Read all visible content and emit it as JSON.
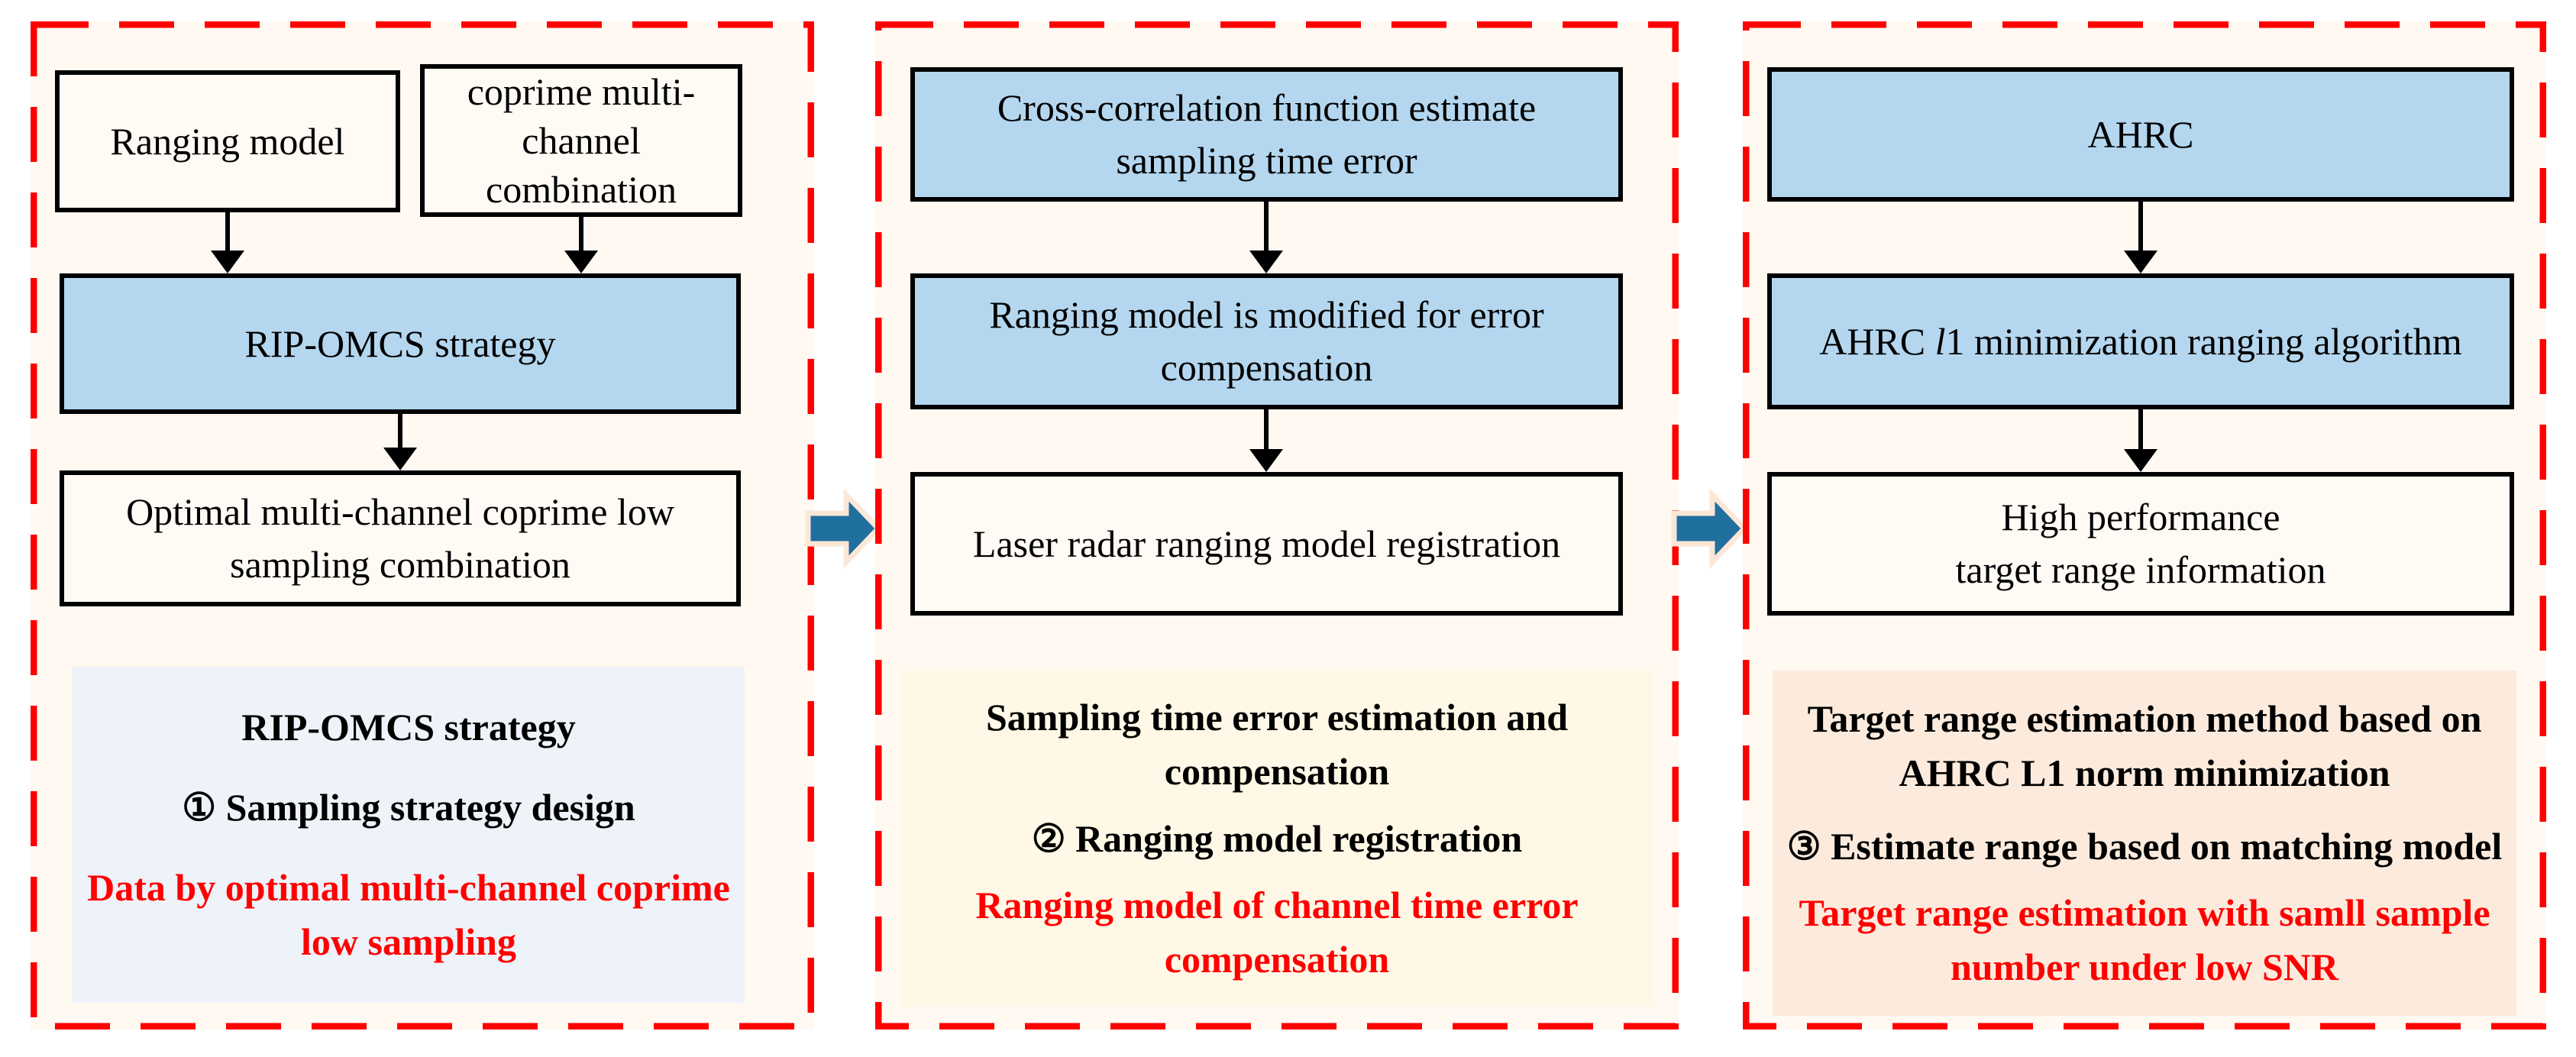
{
  "figure": {
    "type": "three-stage flowchart",
    "colors": {
      "panel_background": "#FFF9F2",
      "dashed_border": "#FF0000",
      "process_box_blue": "#B4D7EF",
      "process_box_plain": "#FFFAF4",
      "summary1_background": "#EEF2F9",
      "summary2_background": "#FFF8E6",
      "summary3_background": "#FCEBDD",
      "highlight_text": "#FF0000",
      "stage_arrow_fill": "#1F6F9F",
      "stage_arrow_outline": "#FBE7D7",
      "box_border": "#000000"
    },
    "icons": {
      "down_arrow": "solid black down-pointing arrow (line + triangle)",
      "right_arrow": "blue block arrow with peach outline pointing right"
    }
  },
  "panel1": {
    "box_ranging_model": "Ranging model",
    "box_coprime": "coprime multi-channel combination",
    "box_rip_omcs": "RIP-OMCS strategy",
    "box_optimal": "Optimal multi-channel coprime low sampling combination",
    "summary": {
      "title": "RIP-OMCS strategy",
      "step": "① Sampling strategy design",
      "highlight": "Data by optimal multi-channel coprime low sampling"
    }
  },
  "panel2": {
    "box_cross_correlation": "Cross-correlation function estimate sampling time error",
    "box_model_modified": "Ranging model is modified for error compensation",
    "box_laser_radar": "Laser radar ranging model registration",
    "summary": {
      "title": "Sampling time error estimation and compensation",
      "step": "② Ranging model registration",
      "highlight": "Ranging model of channel time error compensation"
    }
  },
  "panel3": {
    "box_ahrc": "AHRC",
    "box_ahrc_l1": {
      "prefix": "AHRC ",
      "italic": "l",
      "rest": "1 minimization ranging algorithm"
    },
    "box_high_performance_line1": "High performance",
    "box_high_performance_line2": "target range information",
    "summary": {
      "title": "Target range estimation method based on AHRC L1 norm minimization",
      "step": "③ Estimate range based on matching model",
      "highlight": "Target range estimation with samll sample number under low SNR"
    }
  }
}
